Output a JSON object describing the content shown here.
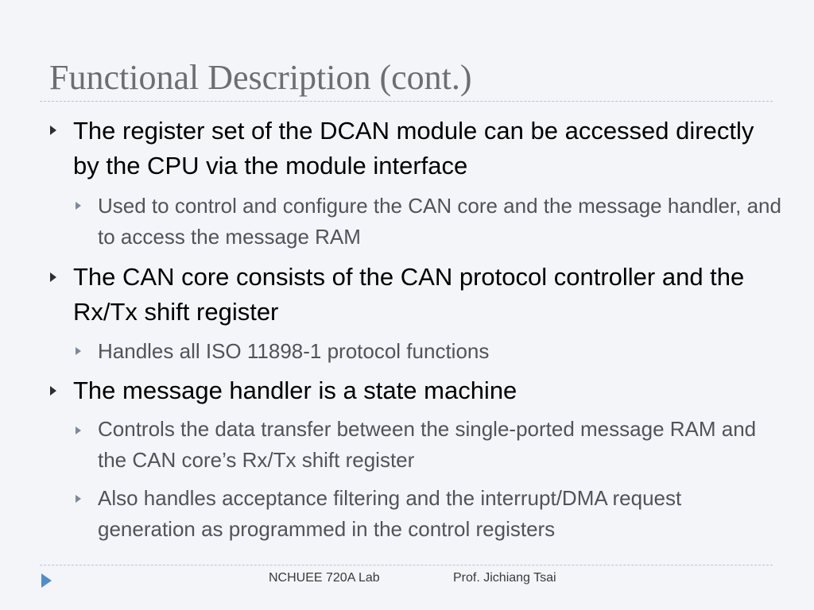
{
  "slide": {
    "title": "Functional Description (cont.)",
    "bullets": [
      {
        "text": "The register set of the DCAN module can be accessed directly by the CPU via the module interface",
        "sub": [
          "Used to control and configure the CAN core and the message handler, and to access the message RAM"
        ]
      },
      {
        "text": "The CAN core consists of the CAN protocol controller and the Rx/Tx shift register",
        "sub": [
          "Handles all ISO 11898-1 protocol functions"
        ]
      },
      {
        "text": "The message handler is a state machine",
        "sub": [
          "Controls the data transfer between the single-ported message RAM and the CAN core’s Rx/Tx shift register",
          "Also handles acceptance filtering and the interrupt/DMA request generation as programmed in the control registers"
        ]
      }
    ]
  },
  "footer": {
    "lab": "NCHUEE 720A Lab",
    "author": "Prof. Jichiang Tsai",
    "icon": "play-triangle-icon",
    "accent_color": "#4d8fca"
  },
  "colors": {
    "background": "#f4f5f9",
    "title": "#6e6e72",
    "level1_text": "#000000",
    "level2_text": "#52525a",
    "rule": "#b7c3d4"
  }
}
